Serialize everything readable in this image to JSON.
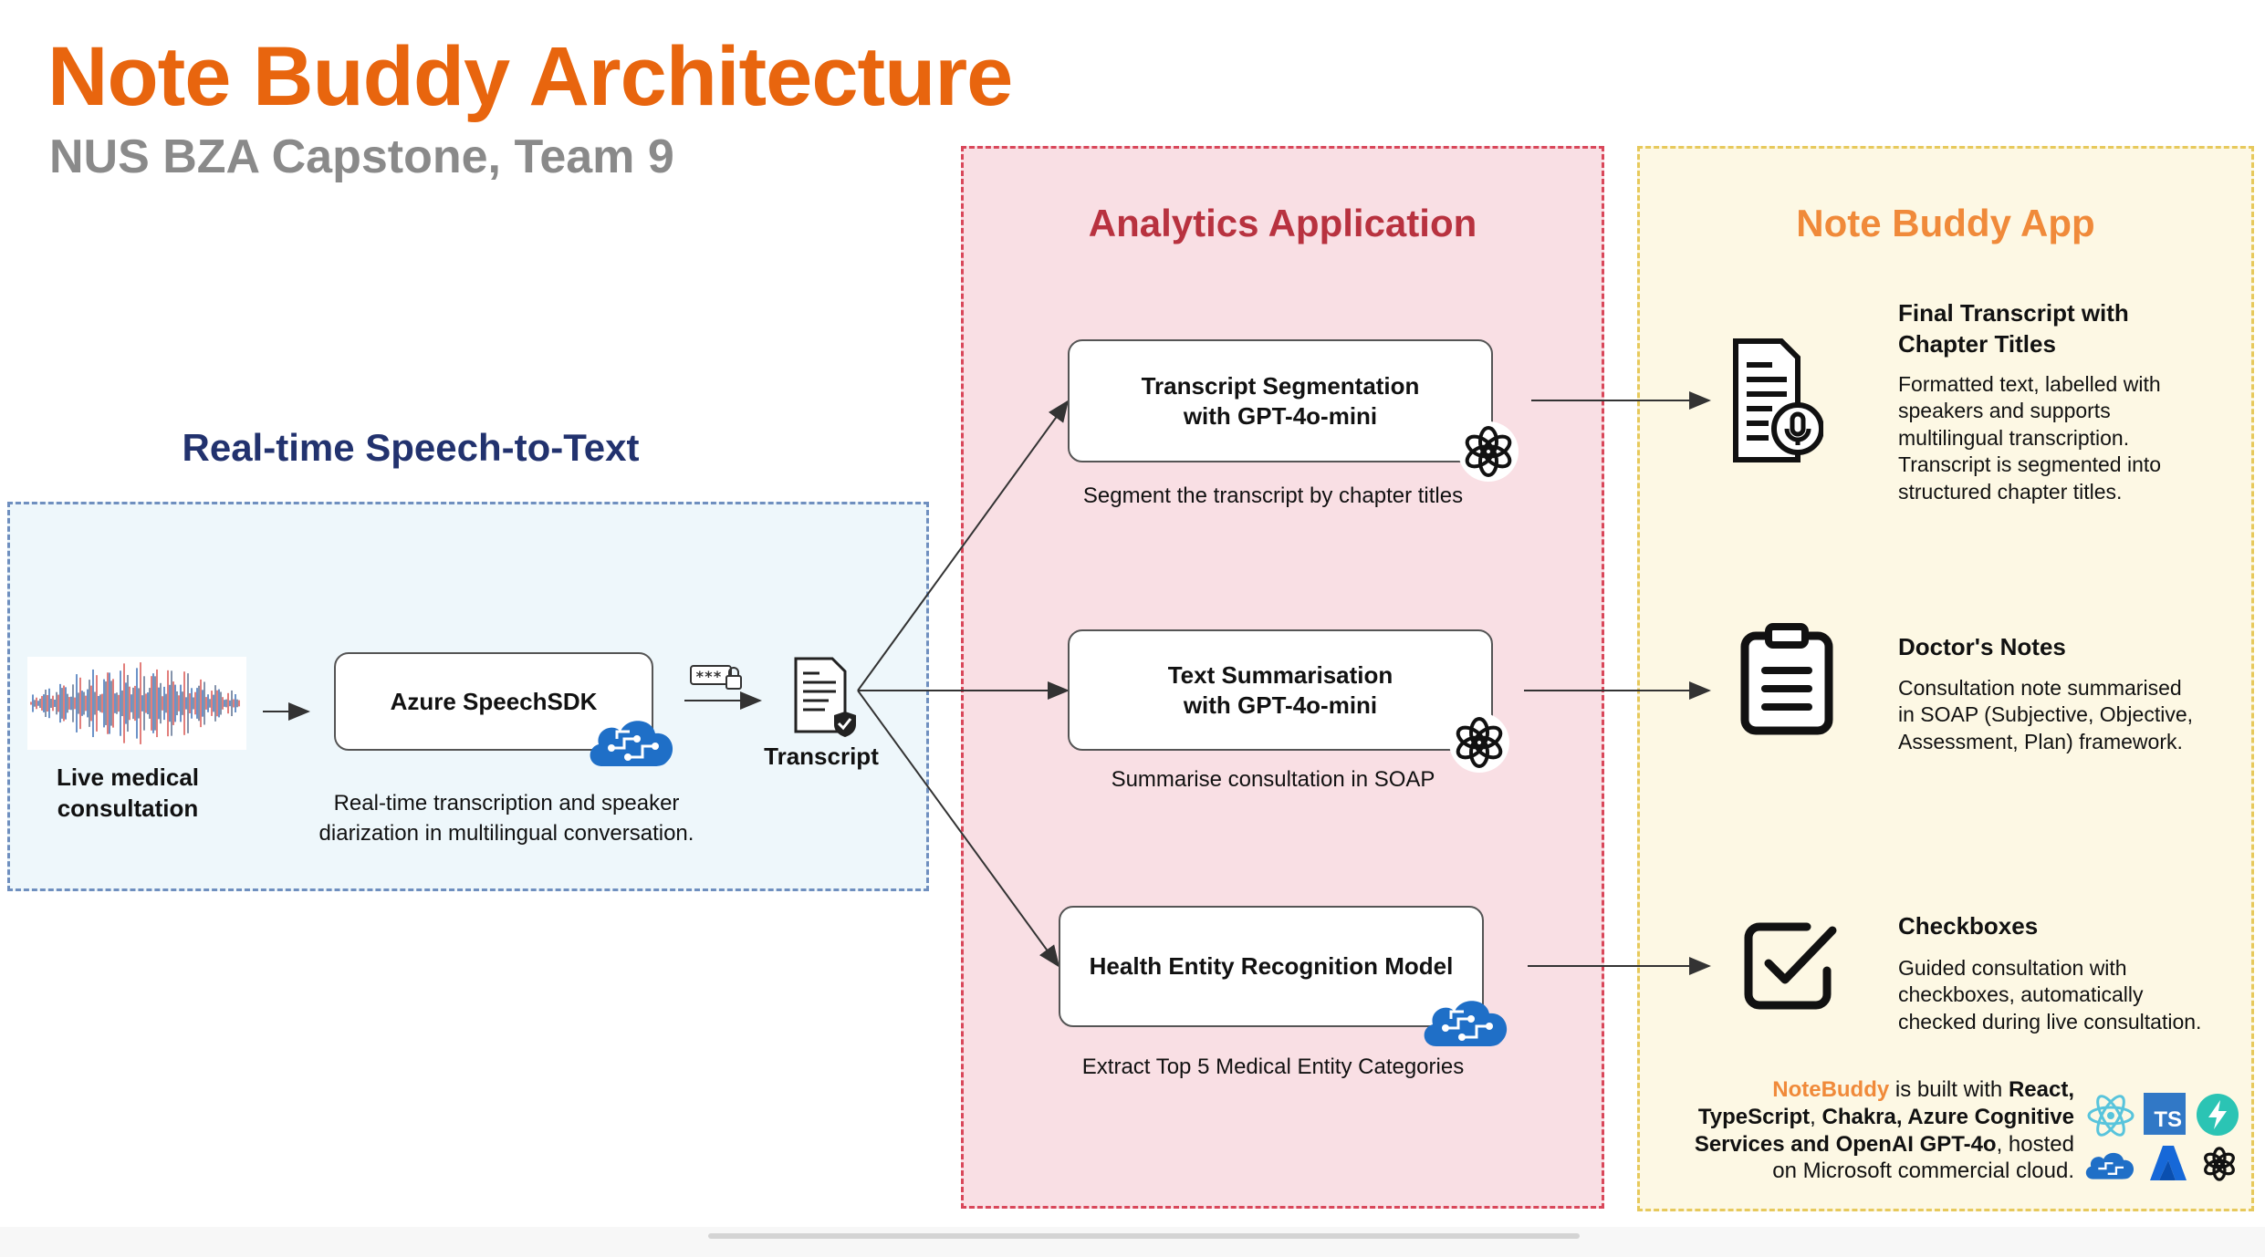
{
  "header": {
    "title": "Note Buddy Architecture",
    "subtitle": "NUS BZA Capstone, Team 9"
  },
  "speech_section": {
    "title": "Real-time Speech-to-Text",
    "source_label": "Live medical\nconsultation",
    "sdk_box": "Azure SpeechSDK",
    "sdk_caption": "Real-time transcription and speaker\ndiarization in multilingual conversation.",
    "transcript_label": "Transcript",
    "password_icon_text": "***"
  },
  "analytics_section": {
    "title": "Analytics Application",
    "steps": [
      {
        "label": "Transcript Segmentation\nwith GPT-4o-mini",
        "caption": "Segment the transcript by chapter titles",
        "icon": "openai-icon"
      },
      {
        "label": "Text Summarisation\nwith GPT-4o-mini",
        "caption": "Summarise consultation in SOAP",
        "icon": "openai-icon"
      },
      {
        "label": "Health Entity Recognition Model",
        "caption": "Extract Top 5 Medical Entity Categories",
        "icon": "azure-cognitive-icon"
      }
    ]
  },
  "app_section": {
    "title": "Note Buddy App",
    "outputs": [
      {
        "title": "Final Transcript with\nChapter Titles",
        "desc": "Formatted text, labelled with\nspeakers and supports\nmultilingual transcription.\nTranscript is segmented into\nstructured chapter titles.",
        "icon": "document-microphone-icon"
      },
      {
        "title": "Doctor's Notes",
        "desc": "Consultation note summarised\nin SOAP (Subjective, Objective,\nAssessment, Plan) framework.",
        "icon": "clipboard-icon"
      },
      {
        "title": "Checkboxes",
        "desc": "Guided consultation with\ncheckboxes, automatically\nchecked during live consultation.",
        "icon": "checkbox-icon"
      }
    ],
    "credits": {
      "brand": "NoteBuddy",
      "t1": " is built with ",
      "b1": "React,",
      "b2": "TypeScript",
      "t2": ", ",
      "b3": "Chakra, Azure Cognitive",
      "b4": "Services and OpenAI GPT-4o",
      "t3": ", hosted",
      "t4": "on Microsoft commercial cloud.",
      "ts_badge": "TS",
      "tech_icons": [
        "react-icon",
        "typescript-icon",
        "chakra-icon",
        "azure-cognitive-icon",
        "azure-icon",
        "openai-icon"
      ]
    }
  },
  "colors": {
    "title": "#E8650E",
    "subtitle": "#8a8a8a",
    "speech_panel_bg": "#eef7fb",
    "analytics_panel_bg": "#f9dfe4",
    "app_panel_bg": "#fdf8e4",
    "speech_title": "#22326e",
    "analytics_title": "#b8323f",
    "app_title": "#f08a3a"
  }
}
